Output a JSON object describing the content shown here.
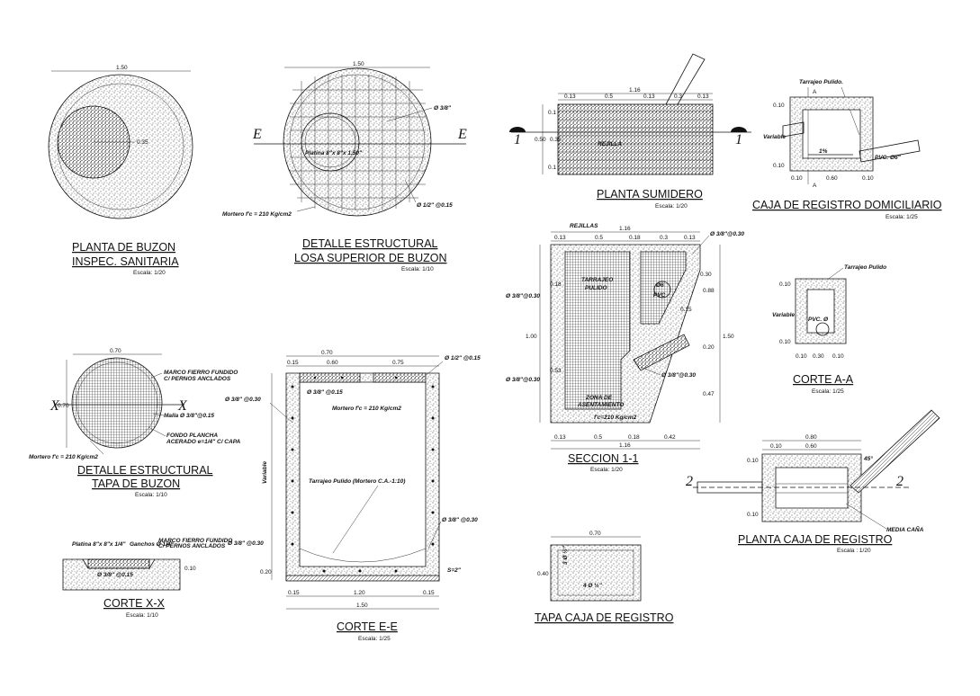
{
  "sheet": {
    "views": {
      "buzon_plan": {
        "title1": "PLANTA DE BUZON",
        "title2": "INSPEC. SANITARIA",
        "scale": "Escala: 1/20",
        "dim_width": "1.50",
        "dim_inner": "0.35"
      },
      "losa": {
        "title1": "DETALLE ESTRUCTURAL",
        "title2": "LOSA SUPERIOR DE BUZON",
        "scale": "Escala: 1/10",
        "dim_width": "1.50",
        "rebar_top": "Ø 3/8\"",
        "plate": "Platina 8\"x 8\"x 1.50\"",
        "rebar_bottom": "Ø 1/2\" @0.15",
        "mortar": "Mortero f'c = 210 Kg/cm2",
        "section_left": "E",
        "section_right": "E"
      },
      "tapa_buzon": {
        "title1": "DETALLE ESTRUCTURAL",
        "title2": "TAPA DE BUZON",
        "scale": "Escala: 1/10",
        "dim_width": "0.70",
        "dim_height": "0.70",
        "note1": "MARCO FIERRO FUNDIDO",
        "note1b": "C/ PERNOS ANCLADOS",
        "note2": "Malla Ø 3/8\"@0.15",
        "note3": "FONDO PLANCHA",
        "note3b": "ACERADO e=1/4\" C/ CAPA",
        "mortar": "Mortero f'c = 210 Kg/cm2",
        "section_left": "X",
        "section_right": "X"
      },
      "corte_xx": {
        "title": "CORTE X-X",
        "scale": "Escala: 1/10",
        "note1": "Platina 8\"x 8\"x 1/4\"",
        "note2": "Ganchos Ø 1/4\"",
        "note3": "MARCO FIERRO FUNDIDO",
        "note3b": "C/ PERNOS ANCLADOS",
        "note4": "Ø 3/8\" @0.15",
        "dim": "0.10"
      },
      "corte_ee": {
        "title": "CORTE E-E",
        "scale": "Escala: 1/25",
        "dim_top1": "0.15",
        "dim_top2": "0.70",
        "dim_top3": "0.60",
        "dim_top4": "0.75",
        "dim_bot1": "0.15",
        "dim_bot2": "1.20",
        "dim_bot3": "0.15",
        "dim_total": "1.50",
        "left_rebar": "Ø 3/8\" @0.30",
        "top_rebar": "Ø 1/2\" @0.15",
        "hook": "Ø 3/8\" @0.15",
        "mortar": "Mortero f'c = 210 Kg/cm2",
        "plaster": "Tarrajeo Pulido (Mortero C.A.-1:10)",
        "right_rebar": "Ø 3/8\" @0.30",
        "left_rebar2": "Ø 3/8\" @0.30",
        "variable": "Variable",
        "base": "0.20",
        "slope": "S=2\""
      },
      "sumidero_plan": {
        "title": "PLANTA SUMIDERO",
        "scale": "Escala: 1/20",
        "dim_total": "1.16",
        "d1": "0.13",
        "d2": "0.5",
        "d3": "0.13",
        "d4": "0.3",
        "d5": "0.13",
        "h1": "0.1",
        "h2": "0.50",
        "h3": "0.35",
        "h4": "0.1",
        "grate": "REJILLA",
        "sec": "1"
      },
      "seccion": {
        "title": "SECCION 1-1",
        "scale": "Escala: 1/20",
        "rejillas": "REJILLAS",
        "dim_total": "1.16",
        "d1": "0.13",
        "d2": "0.5",
        "d3": "0.18",
        "d4": "0.3",
        "d5": "0.13",
        "rebar_top": "Ø 3/8\"@0.30",
        "rebar_left": "Ø 3/8\"@0.30",
        "rebar_left2": "Ø 3/8\"@0.30",
        "rebar_mid": "Ø 3/8\"@0.30",
        "tarrajeo": "TARRAJEO",
        "pulido": "PULIDO",
        "pipe": "Ø6",
        "pvc": "PVC",
        "zona1": "ZONA DE",
        "zona2": "ASENTAMIENTO",
        "fc": "f'c=210 Kg/cm2",
        "h_left": "1.00",
        "h_right": "1.50",
        "hs1": "0.18",
        "hs2": "0.53",
        "r1": "0.30",
        "r2": "0.88",
        "r3": "0.15",
        "r4": "0.20",
        "r5": "0.47",
        "b1": "0.13",
        "b2": "0.5",
        "b3": "0.18",
        "b4": "0.42",
        "btot": "1.16"
      },
      "caja_dom": {
        "title": "CAJA DE REGISTRO DOMICILIARIO",
        "scale": "Escala: 1/25",
        "tarrajeo": "Tarrajeo Pulido.",
        "variable": "Variable",
        "pvc": "PVC. Ø6\"",
        "slope": "1%",
        "d1": "0.10",
        "d2": "0.10",
        "d3": "0.10",
        "d4": "0.60",
        "d5": "0.10",
        "cut": "A"
      },
      "corte_aa": {
        "title": "CORTE A-A",
        "scale": "Escala: 1/25",
        "tarrajeo": "Tarrajeo Pulido",
        "variable": "Variable",
        "pvc": "PVC. Ø",
        "d1": "0.10",
        "d2": "0.10",
        "d3": "0.10",
        "d4": "0.30",
        "d5": "0.10"
      },
      "planta_caja": {
        "title": "PLANTA CAJA DE REGISTRO",
        "scale": "Escala : 1/20",
        "dim_top": "0.80",
        "dim_inner": "0.60",
        "d1": "0.10",
        "d2": "0.10",
        "d3": "0.10",
        "angle": "45°",
        "media": "MEDIA CAÑA",
        "cut": "2"
      },
      "tapa_caja": {
        "title": "TAPA CAJA DE REGISTRO",
        "dim_w": "0.70",
        "dim_h": "0.40",
        "bars1": "3 Ø ½\"",
        "bars2": "4 Ø ½\""
      }
    }
  }
}
